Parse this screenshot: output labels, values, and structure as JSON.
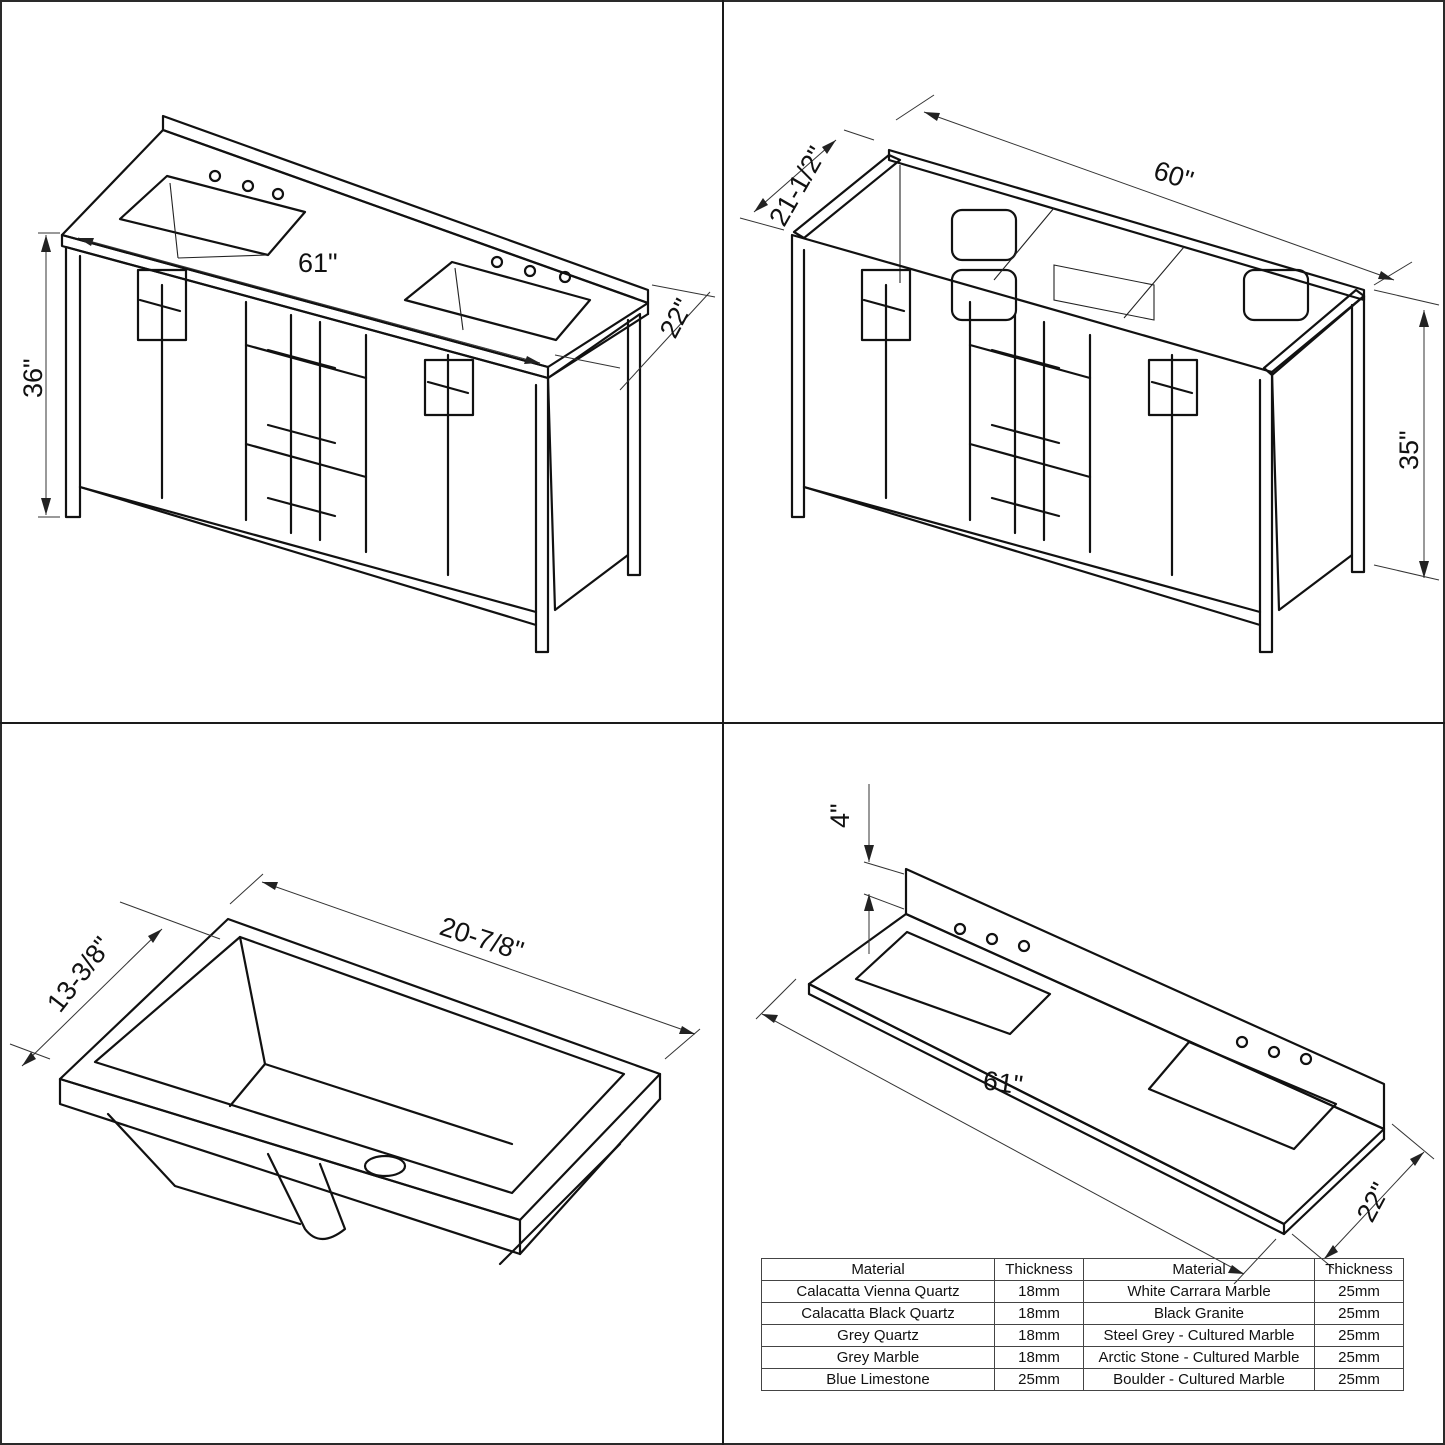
{
  "panels": {
    "vanity_with_top": {
      "width_label": "61\"",
      "depth_label": "22\"",
      "height_label": "36\""
    },
    "cabinet_only": {
      "width_label": "60\"",
      "depth_label": "21-1/2\"",
      "height_label": "35\""
    },
    "sink": {
      "length_label": "20-7/8\"",
      "width_label": "13-3/8\""
    },
    "countertop": {
      "backsplash_label": "4\"",
      "width_label": "61\"",
      "depth_label": "22\""
    }
  },
  "materials_table": {
    "headers": [
      "Material",
      "Thickness",
      "Material",
      "Thickness"
    ],
    "rows": [
      [
        "Calacatta Vienna Quartz",
        "18mm",
        "White Carrara Marble",
        "25mm"
      ],
      [
        "Calacatta Black Quartz",
        "18mm",
        "Black Granite",
        "25mm"
      ],
      [
        "Grey Quartz",
        "18mm",
        "Steel Grey - Cultured Marble",
        "25mm"
      ],
      [
        "Grey Marble",
        "18mm",
        "Arctic Stone - Cultured Marble",
        "25mm"
      ],
      [
        "Blue Limestone",
        "25mm",
        "Boulder - Cultured Marble",
        "25mm"
      ]
    ]
  },
  "colors": {
    "line": "#111111",
    "background": "#ffffff",
    "border": "#1a1a1a"
  }
}
